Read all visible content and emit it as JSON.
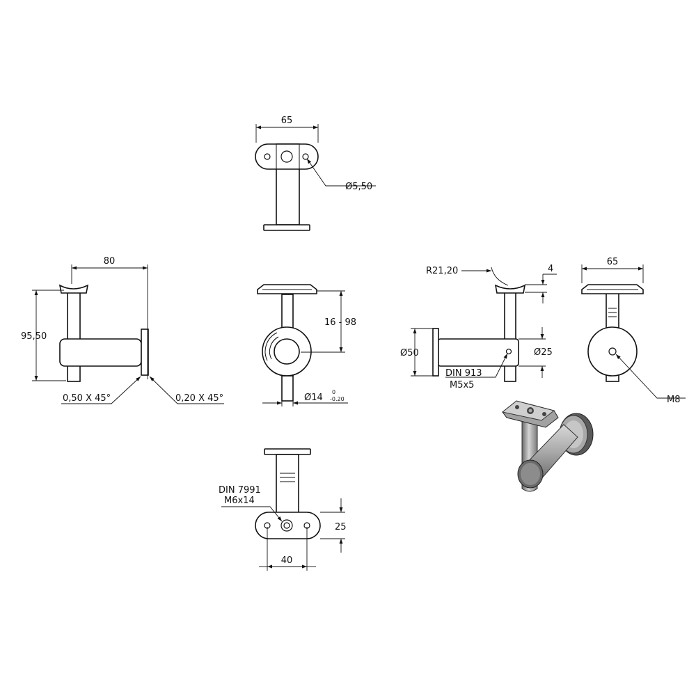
{
  "dimensions": {
    "top_width": "65",
    "top_hole": "Ø5,50",
    "side_length": "80",
    "side_height": "95,50",
    "chamfer_left": "0,50 X 45°",
    "chamfer_right": "0,20 X 45°",
    "height_range": "16 - 98",
    "pin_diameter": "Ø14",
    "tol_upper": "0",
    "tol_lower": "-0.20",
    "saddle_radius": "R21,20",
    "saddle_thickness": "4",
    "flange_diameter": "Ø50",
    "tube_diameter": "Ø25",
    "grub_screw_std": "DIN 913",
    "grub_screw_size": "M5x5",
    "end_width": "65",
    "thread": "M8",
    "screw_std": "DIN 7991",
    "screw_size": "M6x14",
    "plate_depth": "25",
    "plate_width": "40"
  },
  "colors": {
    "line": "#111111",
    "render_light": "#c8c8c8",
    "render_mid": "#9a9a9a",
    "render_dark": "#555555"
  }
}
